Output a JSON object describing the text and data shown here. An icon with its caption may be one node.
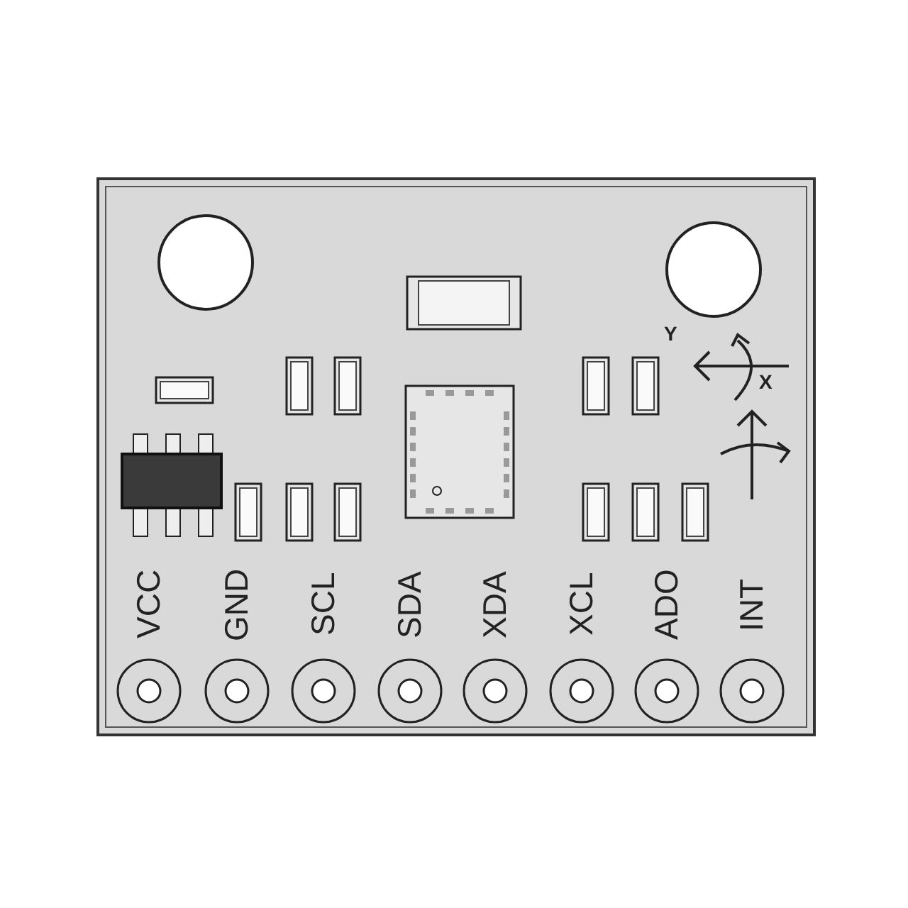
{
  "diagram": {
    "labels": [
      "Y",
      "X",
      "VCC",
      "GND",
      "SCL",
      "SDA",
      "XDA",
      "XCL",
      "ADO",
      "INT"
    ]
  }
}
